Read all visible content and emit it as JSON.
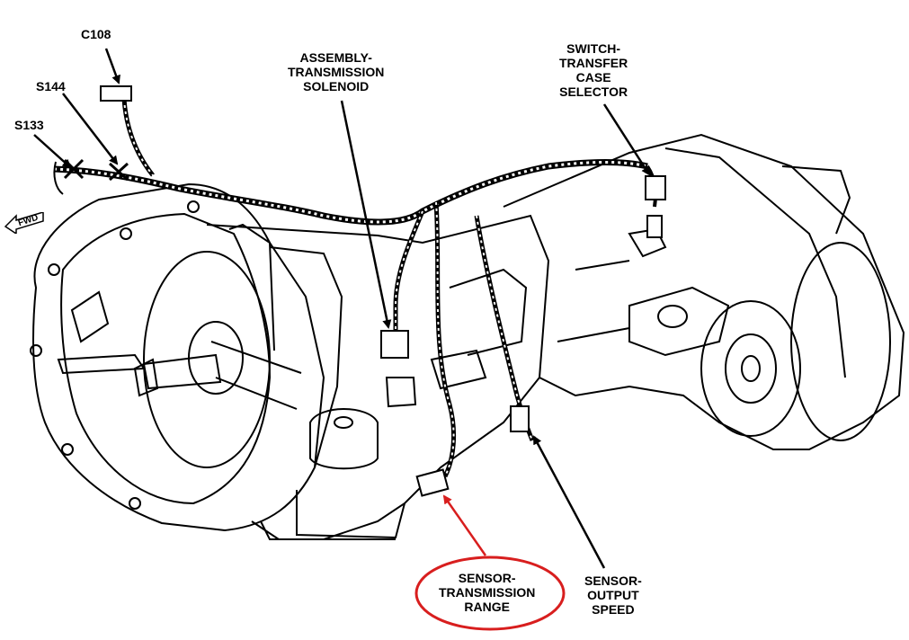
{
  "labels": {
    "c108": "C108",
    "s144": "S144",
    "s133": "S133",
    "fwd": "FWD",
    "solenoid": [
      "ASSEMBLY-",
      "TRANSMISSION",
      "SOLENOID"
    ],
    "switch": [
      "SWITCH-",
      "TRANSFER",
      "CASE",
      "SELECTOR"
    ],
    "range_sensor": [
      "SENSOR-",
      "TRANSMISSION",
      "RANGE"
    ],
    "output_sensor": [
      "SENSOR-",
      "OUTPUT",
      "SPEED"
    ]
  },
  "colors": {
    "line": "#000000",
    "highlight": "#d81e1e",
    "background": "#ffffff"
  }
}
